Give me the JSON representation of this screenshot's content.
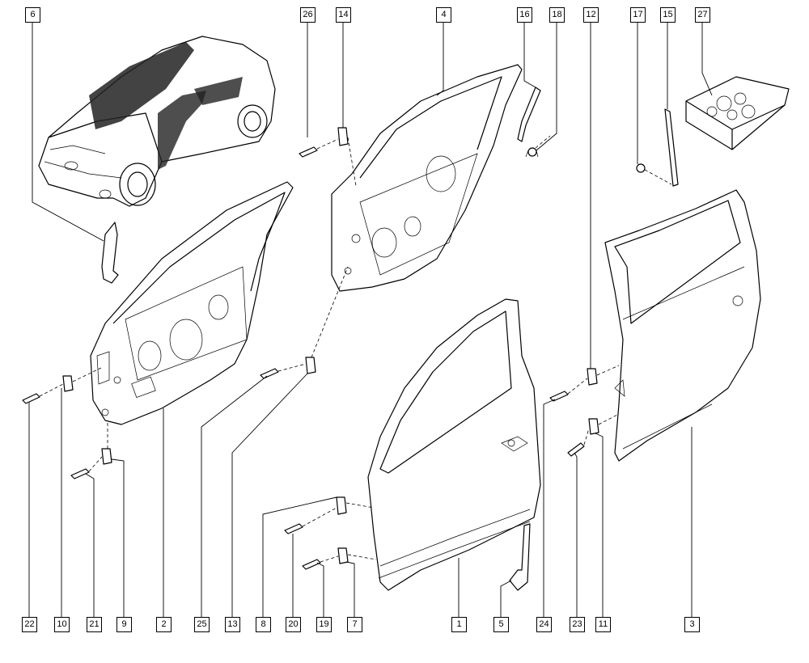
{
  "callouts": {
    "c6": "6",
    "c26": "26",
    "c14": "14",
    "c4": "4",
    "c16": "16",
    "c18": "18",
    "c12": "12",
    "c17": "17",
    "c15": "15",
    "c27": "27",
    "c22": "22",
    "c10": "10",
    "c21": "21",
    "c9": "9",
    "c2": "2",
    "c25": "25",
    "c13": "13",
    "c8": "8",
    "c20": "20",
    "c19": "19",
    "c7": "7",
    "c1": "1",
    "c5": "5",
    "c24": "24",
    "c23": "23",
    "c11": "11",
    "c3": "3"
  }
}
